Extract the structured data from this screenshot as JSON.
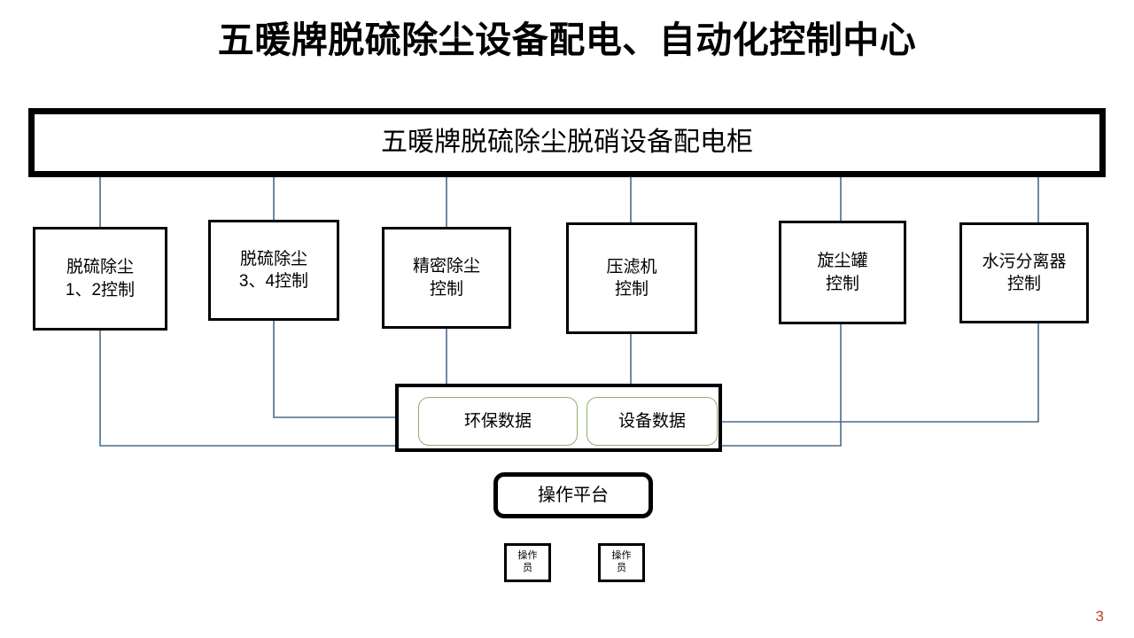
{
  "slide": {
    "title": "五暖牌脱硫除尘设备配电、自动化控制中心",
    "page_number": "3",
    "accent_colors": {
      "connector_line": "#4a6b8a",
      "chip_border": "#8fae72",
      "box_border": "#000000",
      "page_number": "#c0392b",
      "background": "#ffffff"
    }
  },
  "cabinet": {
    "label": "五暖牌脱硫除尘脱硝设备配电柜"
  },
  "controls": [
    {
      "id": "desulfur-dust-1-2",
      "line1": "脱硫除尘",
      "line2": "1、2控制"
    },
    {
      "id": "desulfur-dust-3-4",
      "line1": "脱硫除尘",
      "line2": "3、4控制"
    },
    {
      "id": "precision-dust",
      "line1": "精密除尘",
      "line2": "控制"
    },
    {
      "id": "filter-press",
      "line1": "压滤机",
      "line2": "控制"
    },
    {
      "id": "cyclone-tank",
      "line1": "旋尘罐",
      "line2": "控制"
    },
    {
      "id": "water-separator",
      "line1": "水污分离器",
      "line2": "控制"
    }
  ],
  "data_panel": {
    "chips": [
      {
        "id": "environmental-data",
        "label": "环保数据"
      },
      {
        "id": "equipment-data",
        "label": "设备数据"
      }
    ]
  },
  "platform": {
    "label": "操作平台"
  },
  "operators": [
    {
      "id": "operator-1",
      "line1": "操作",
      "line2": "员"
    },
    {
      "id": "operator-2",
      "line1": "操作",
      "line2": "员"
    }
  ]
}
